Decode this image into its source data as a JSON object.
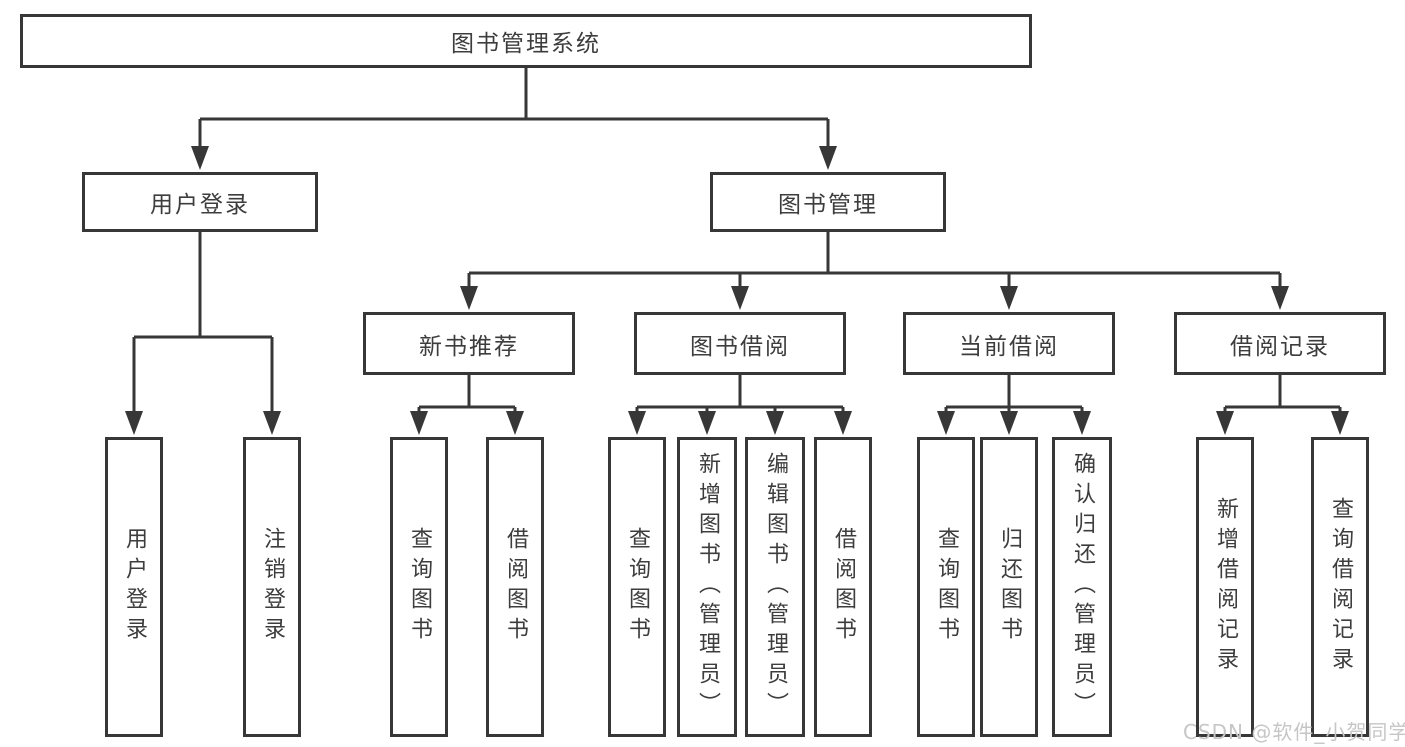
{
  "tree": {
    "root": "图书管理系统",
    "branches": [
      {
        "label": "用户登录",
        "children": [
          "用户登录",
          "注销登录"
        ]
      },
      {
        "label": "图书管理",
        "children": [
          {
            "label": "新书推荐",
            "children": [
              "查询图书",
              "借阅图书"
            ]
          },
          {
            "label": "图书借阅",
            "children": [
              "查询图书",
              "新增图书（管理员）",
              "编辑图书（管理员）",
              "借阅图书"
            ]
          },
          {
            "label": "当前借阅",
            "children": [
              "查询图书",
              "归还图书",
              "确认归还（管理员）"
            ]
          },
          {
            "label": "借阅记录",
            "children": [
              "新增借阅记录",
              "查询借阅记录"
            ]
          }
        ]
      }
    ]
  },
  "watermark": "CSDN @软件_小贺同学",
  "colors": {
    "line": "#373737",
    "box_border": "#373737",
    "text": "#3d3d3d",
    "watermark": "#c6c6c6",
    "background": "#ffffff"
  }
}
